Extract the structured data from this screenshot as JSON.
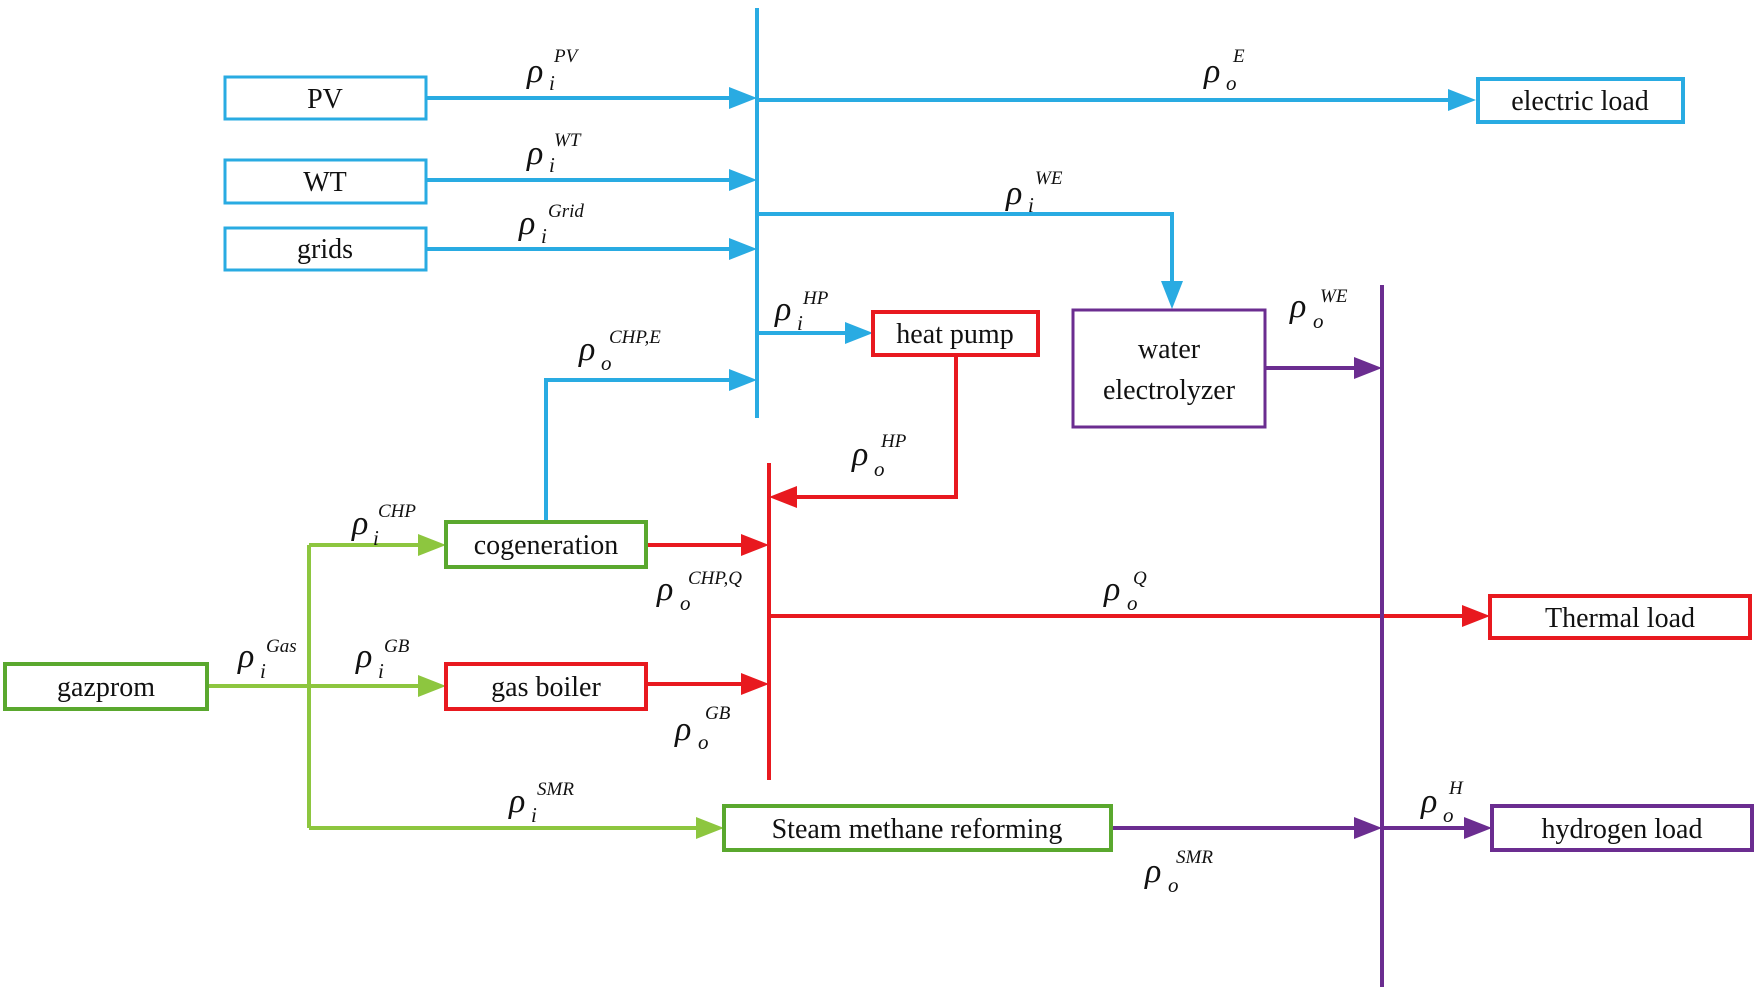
{
  "colors": {
    "electric": "#29abe2",
    "thermal": "#e8191f",
    "gas": "#8dc63f",
    "gas_box": "#5aa82e",
    "hydrogen": "#6b2d90",
    "text": "#111111"
  },
  "nodes": {
    "pv": "PV",
    "wt": "WT",
    "grids": "grids",
    "electric_load": "electric load",
    "heat_pump": "heat pump",
    "water_electrolyzer_line1": "water",
    "water_electrolyzer_line2": "electrolyzer",
    "cogeneration": "cogeneration",
    "gazprom": "gazprom",
    "gas_boiler": "gas boiler",
    "thermal_load": "Thermal load",
    "smr": "Steam methane reforming",
    "hydrogen_load": "hydrogen load"
  },
  "symbols": {
    "rho": "ρ",
    "i": "i",
    "o": "o",
    "pv": "PV",
    "wt": "WT",
    "grid": "Grid",
    "e": "E",
    "we_in": "WE",
    "we_out": "WE",
    "hp_in": "HP",
    "chp_e": "CHP,E",
    "hp_out": "HP",
    "chp_in": "CHP",
    "chp_q": "CHP,Q",
    "q": "Q",
    "gas": "Gas",
    "gb_in": "GB",
    "gb_out": "GB",
    "smr_in": "SMR",
    "smr_out": "SMR",
    "h": "H"
  }
}
